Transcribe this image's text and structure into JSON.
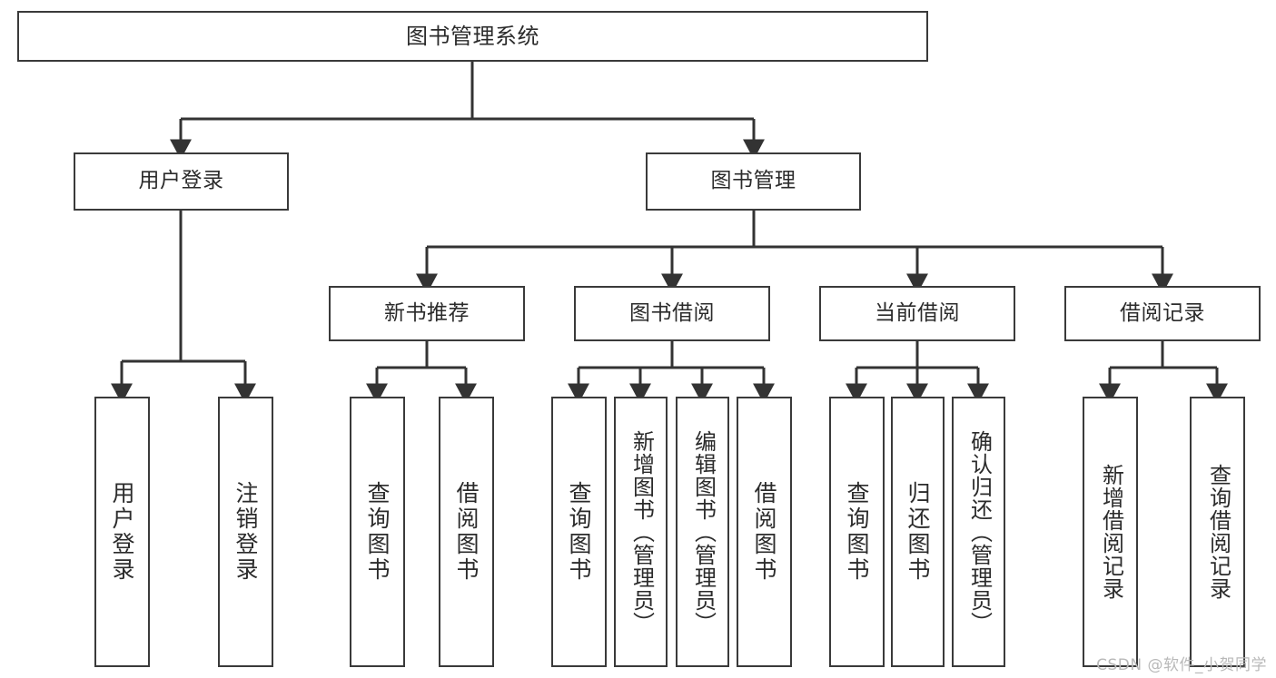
{
  "diagram": {
    "type": "tree",
    "title": "图书管理系统",
    "watermark": "CSDN @软件_小贺同学",
    "colors": {
      "box_border": "#3a3a3a",
      "box_fill": "#ffffff",
      "edge": "#333333",
      "text": "#2b2b2b",
      "watermark": "#b9b9b9"
    },
    "levels": {
      "root": {
        "label": "图书管理系统"
      },
      "level2": [
        {
          "label": "用户登录"
        },
        {
          "label": "图书管理"
        }
      ],
      "level3": [
        {
          "label": "新书推荐"
        },
        {
          "label": "图书借阅"
        },
        {
          "label": "当前借阅"
        },
        {
          "label": "借阅记录"
        }
      ],
      "leaves": [
        {
          "label": "用户登录",
          "parent": "用户登录"
        },
        {
          "label": "注销登录",
          "parent": "用户登录"
        },
        {
          "label": "查询图书",
          "parent": "新书推荐"
        },
        {
          "label": "借阅图书",
          "parent": "新书推荐"
        },
        {
          "label": "查询图书",
          "parent": "图书借阅"
        },
        {
          "label": "新增图书（管理员）",
          "parent": "图书借阅"
        },
        {
          "label": "编辑图书（管理员）",
          "parent": "图书借阅"
        },
        {
          "label": "借阅图书",
          "parent": "图书借阅"
        },
        {
          "label": "查询图书",
          "parent": "当前借阅"
        },
        {
          "label": "归还图书",
          "parent": "当前借阅"
        },
        {
          "label": "确认归还（管理员）",
          "parent": "当前借阅"
        },
        {
          "label": "新增借阅记录",
          "parent": "借阅记录"
        },
        {
          "label": "查询借阅记录",
          "parent": "借阅记录"
        }
      ]
    }
  }
}
